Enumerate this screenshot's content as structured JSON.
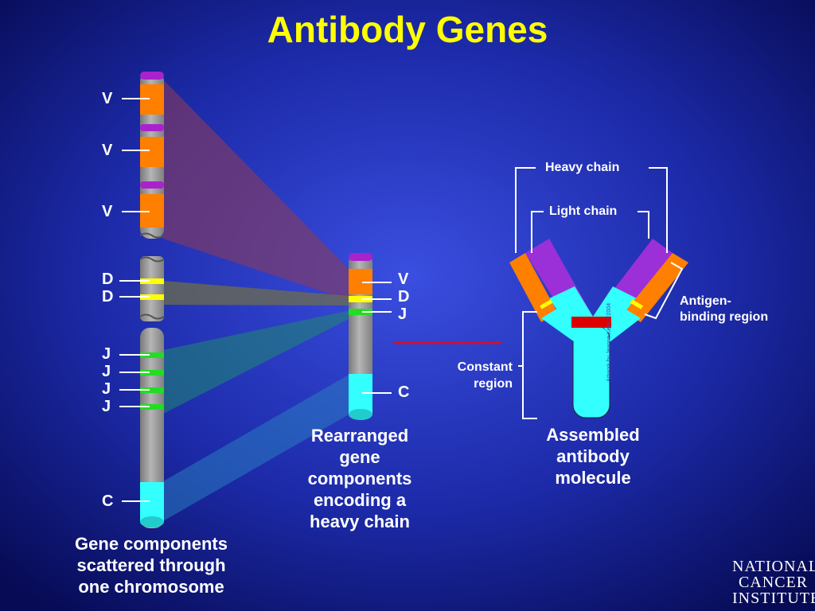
{
  "title": "Antibody Genes",
  "chromosome_labels": {
    "v1": "V",
    "v2": "V",
    "v3": "V",
    "d1": "D",
    "d2": "D",
    "j1": "J",
    "j2": "J",
    "j3": "J",
    "j4": "J",
    "c": "C"
  },
  "rearranged_labels": {
    "v": "V",
    "d": "D",
    "j": "J",
    "c": "C"
  },
  "captions": {
    "scattered": [
      "Gene components",
      "scattered through",
      "one chromosome"
    ],
    "rearranged": [
      "Rearranged",
      "gene",
      "components",
      "encoding a",
      "heavy chain"
    ],
    "assembled": [
      "Assembled",
      "antibody",
      "molecule"
    ]
  },
  "antibody_labels": {
    "heavy_chain": "Heavy chain",
    "light_chain": "Light chain",
    "antigen_binding": [
      "Antigen-",
      "binding region"
    ],
    "constant_region": [
      "Constant",
      "region"
    ]
  },
  "artwork_credit": "Artwork by Jeanne Kelly. ©2004",
  "logo_lines": [
    "NATIONAL",
    "CANCER",
    "INSTITUTE"
  ],
  "colors": {
    "title": "#ffff00",
    "v_segment": "#ff7f00",
    "d_segment": "#ffff00",
    "j_segment": "#22dd22",
    "c_segment": "#33ffff",
    "cap_band": "#aa22cc",
    "heavy_variable": "#9b30d8",
    "heavy_link": "#dd0000"
  }
}
